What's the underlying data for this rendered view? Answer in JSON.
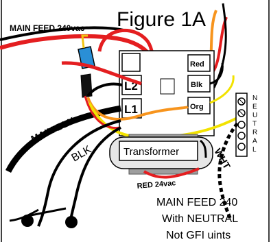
{
  "figure": {
    "title": "Figure 1A",
    "main_feed_top": "MAIN FEED 240vac",
    "terminals": {
      "l2": "L2",
      "l1": "L1",
      "red": "Red",
      "blk": "Blk",
      "org": "Org"
    },
    "transformer": "Transformer",
    "red_24vac": "RED 24vac",
    "wires": {
      "main_blk": "MAIN BLK",
      "blk": "BLK",
      "wht": "WHT"
    },
    "neutral_letters": [
      "N",
      "E",
      "U",
      "T",
      "R",
      "A",
      "L"
    ],
    "note_lines": [
      "MAIN FEED 240",
      "With NEUTRAL",
      "Not GFI uints"
    ]
  }
}
